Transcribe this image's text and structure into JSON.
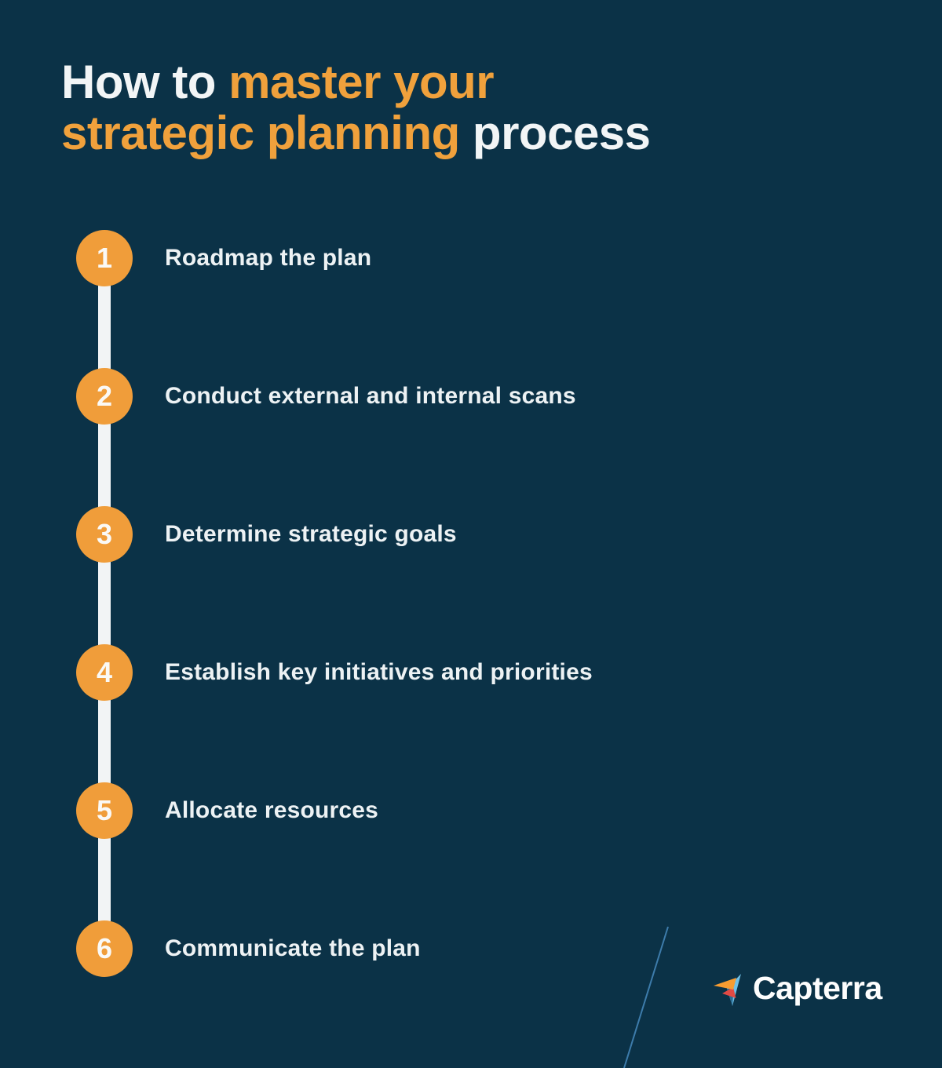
{
  "title": {
    "line1": [
      {
        "text": "How to ",
        "color": "#f2f5f6"
      },
      {
        "text": "master your",
        "color": "#f0a13c"
      }
    ],
    "line2": [
      {
        "text": "strategic planning",
        "color": "#f0a13c"
      },
      {
        "text": " process",
        "color": "#f2f5f6"
      }
    ]
  },
  "steps": [
    {
      "num": "1",
      "label": "Roadmap the plan"
    },
    {
      "num": "2",
      "label": "Conduct external and internal scans"
    },
    {
      "num": "3",
      "label": "Determine strategic goals"
    },
    {
      "num": "4",
      "label": "Establish key initiatives and priorities"
    },
    {
      "num": "5",
      "label": "Allocate resources"
    },
    {
      "num": "6",
      "label": "Communicate the plan"
    }
  ],
  "branding": {
    "name": "Capterra",
    "icon": "capterra-paper-plane-icon"
  },
  "colors": {
    "background": "#0b3247",
    "accent_orange": "#f09d3a",
    "title_orange": "#f0a13c",
    "text_white": "#edf2f4",
    "timeline_bar": "#f2f4f5",
    "corner_line_blue": "#5aa5d7",
    "logo_light_blue": "#6ec0e8",
    "logo_dark_blue": "#276c94",
    "logo_orange": "#f79c31",
    "logo_red": "#e24a44"
  }
}
